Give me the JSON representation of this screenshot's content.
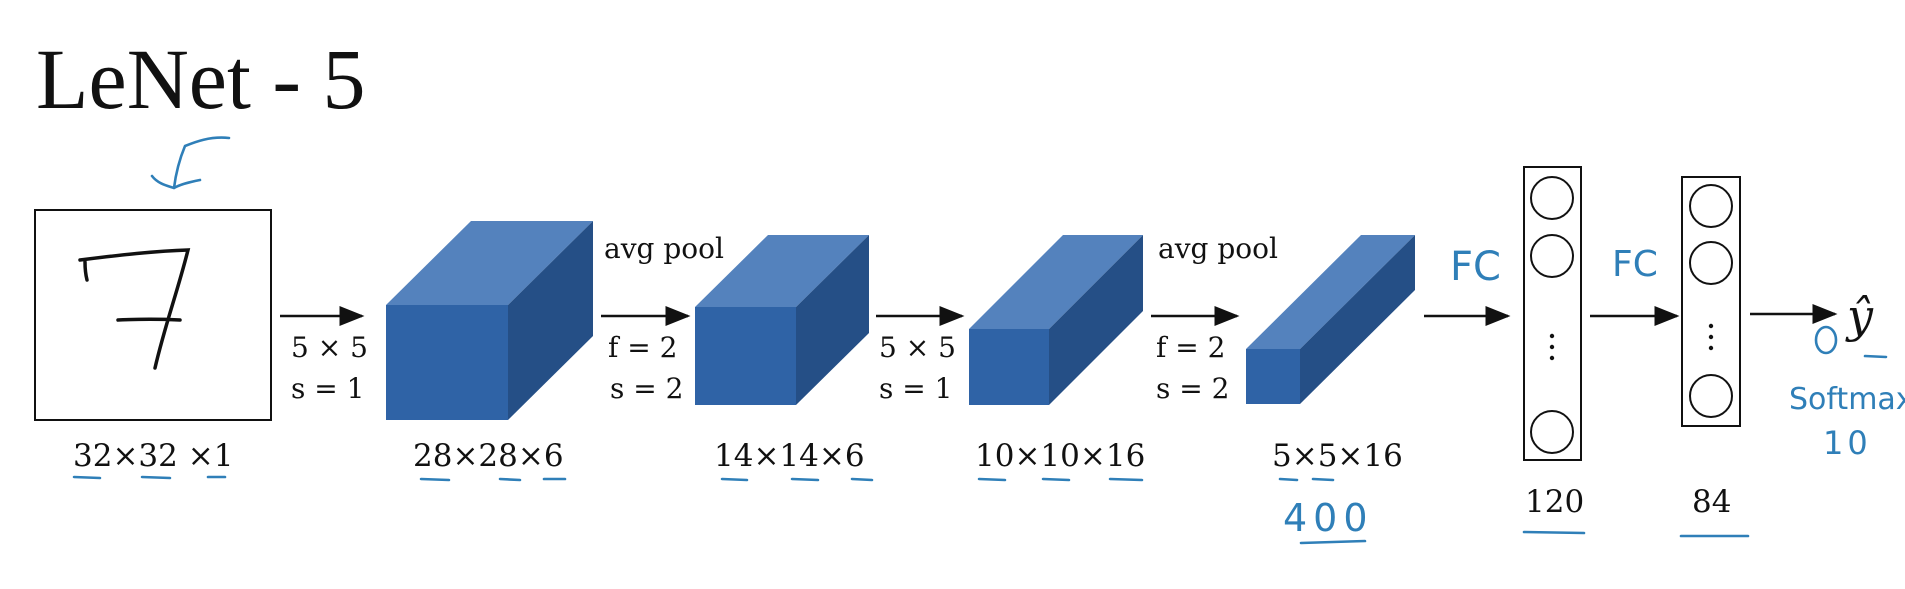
{
  "title": "LeNet - 5",
  "input_size": "32×32 ×1",
  "stages": [
    {
      "size": "28×28×6",
      "op_top": "",
      "op1": "5 × 5",
      "op2": "s = 1"
    },
    {
      "size": "14×14×6",
      "op_top": "avg pool",
      "op1": "f = 2",
      "op2": "s = 2"
    },
    {
      "size": "10×10×16",
      "op_top": "",
      "op1": "5 × 5",
      "op2": "s = 1"
    },
    {
      "size": "5×5×16",
      "op_top": "avg pool",
      "op1": "f = 2",
      "op2": "s = 2"
    }
  ],
  "fc_layers": [
    {
      "size": "120"
    },
    {
      "size": "84"
    }
  ],
  "output": "ŷ",
  "annotations": {
    "fc1": "FC",
    "fc2": "FC",
    "flatten": "400",
    "softmax": "Softmax",
    "softmax_count": "10"
  },
  "colors": {
    "front": "#2f63a6",
    "top": "#5482bd",
    "side": "#254f86",
    "ink": "#111111",
    "pen": "#2f7fb8"
  }
}
